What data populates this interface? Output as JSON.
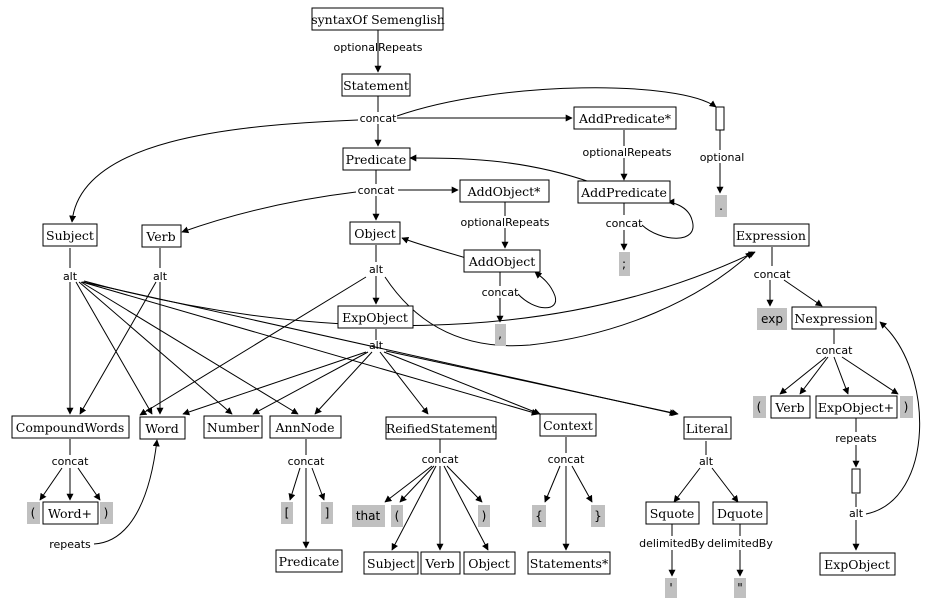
{
  "diagram": {
    "nodes": {
      "syntax": "syntaxOf Semenglish",
      "statement": "Statement",
      "addpredstar": "AddPredicate*",
      "predicate": "Predicate",
      "addobjstar": "AddObject*",
      "addpred": "AddPredicate",
      "subject": "Subject",
      "verb": "Verb",
      "object": "Object",
      "addobj": "AddObject",
      "expression": "Expression",
      "expobject": "ExpObject",
      "nexpression": "Nexpression",
      "compoundwords": "CompoundWords",
      "word": "Word",
      "number": "Number",
      "annnode": "AnnNode",
      "reified": "ReifiedStatement",
      "context": "Context",
      "literal": "Literal",
      "wordplus": "Word+",
      "predicate2": "Predicate",
      "subject2": "Subject",
      "verb2": "Verb",
      "object2": "Object",
      "statementsstar": "Statements*",
      "squote": "Squote",
      "dquote": "Dquote",
      "verb3": "Verb",
      "expobjectplus": "ExpObject+",
      "expobject2": "ExpObject"
    },
    "terminals": {
      "period": ".",
      "semicolon": ";",
      "comma": ",",
      "exp": "exp",
      "cw_lparen": "(",
      "cw_rparen": ")",
      "ann_lbracket": "[",
      "ann_rbracket": "]",
      "that": "that",
      "rs_lparen": "(",
      "rs_rparen": ")",
      "ctx_lbrace": "{",
      "ctx_rbrace": "}",
      "squote_mark": "'",
      "dquote_mark": "\"",
      "nx_lparen": "(",
      "nx_rparen": ")"
    },
    "edge_labels": {
      "l1": "optionalRepeats",
      "l2": "concat",
      "l3": "optionalRepeats",
      "l4": "optional",
      "l5": "concat",
      "l6": "optionalRepeats",
      "l7": "concat",
      "l8": "alt",
      "l9": "alt",
      "l10": "alt",
      "l11": "concat",
      "l12": "concat",
      "l13": "alt",
      "l14": "concat",
      "l15": "concat",
      "l16": "concat",
      "l17": "concat",
      "l18": "concat",
      "l19": "repeats",
      "l20": "alt",
      "l21": "delimitedBy",
      "l22": "delimitedBy",
      "l23": "repeats",
      "l24": "alt"
    }
  }
}
